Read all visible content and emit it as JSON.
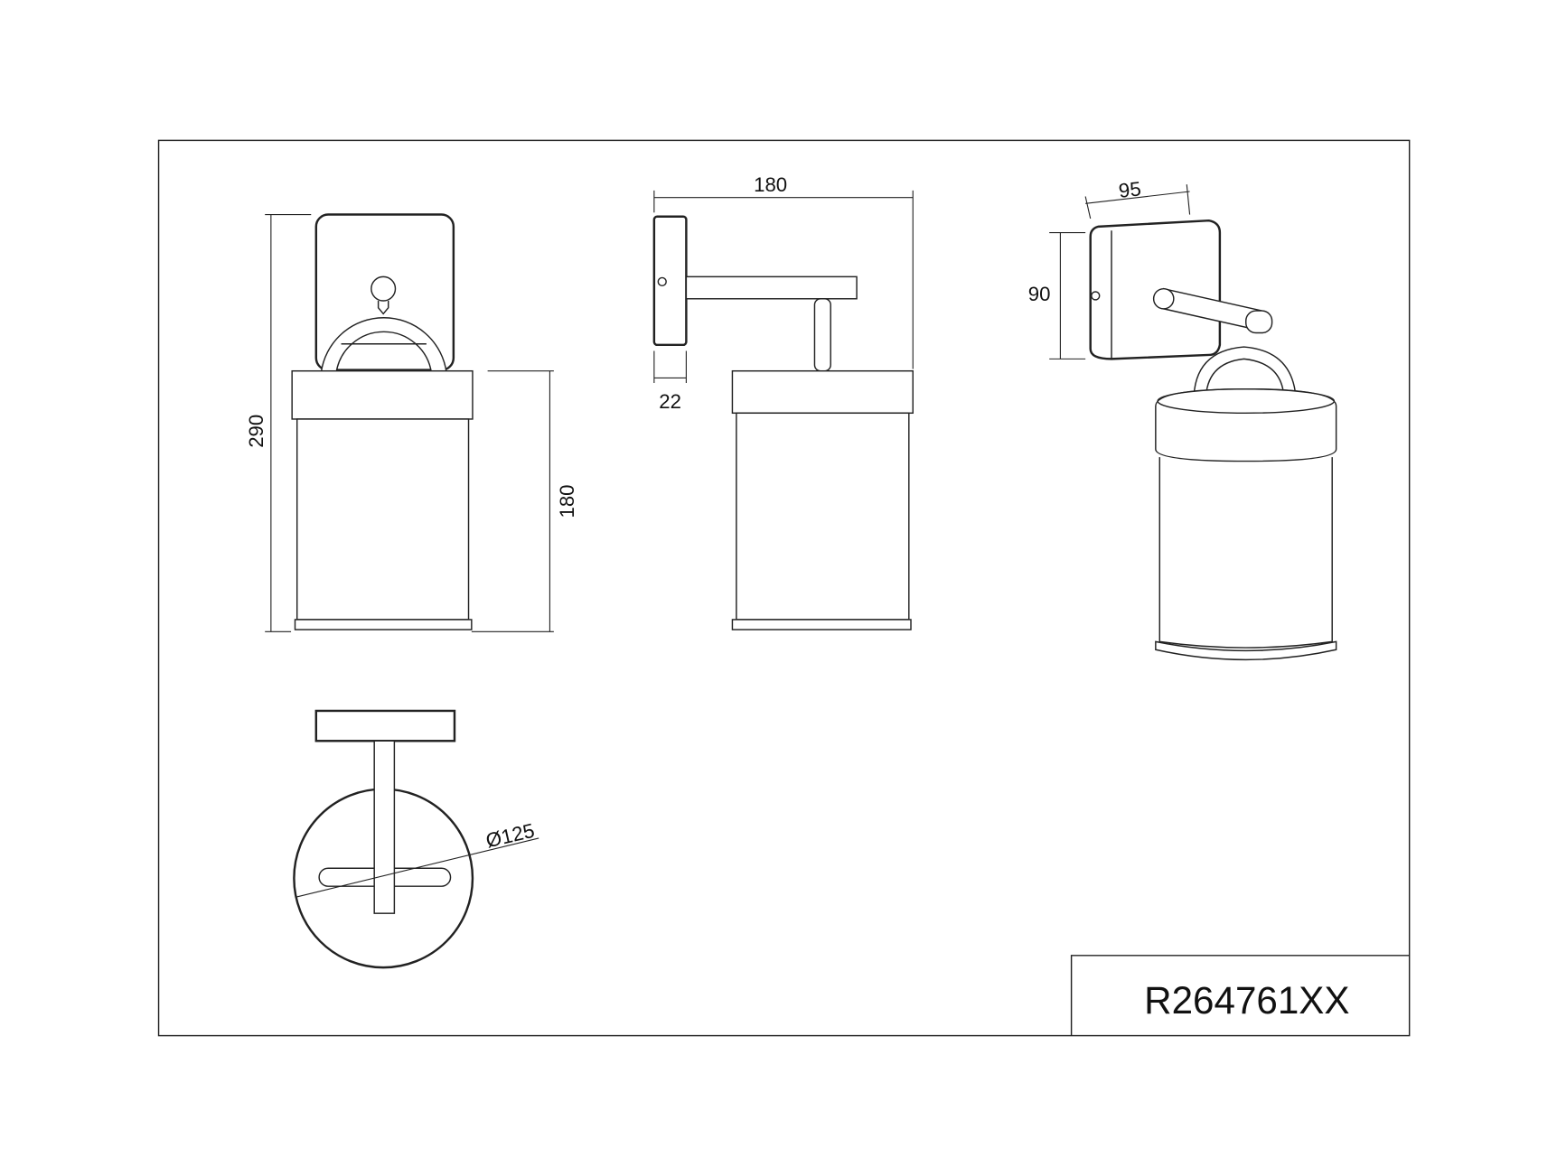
{
  "drawing": {
    "product_code": "R264761XX",
    "dimensions": {
      "front_height_total": "290",
      "front_height_shade": "180",
      "side_projection": "180",
      "side_plate_depth": "22",
      "iso_plate_width": "95",
      "iso_plate_height": "90",
      "top_shade_diameter": "Ø125"
    }
  }
}
